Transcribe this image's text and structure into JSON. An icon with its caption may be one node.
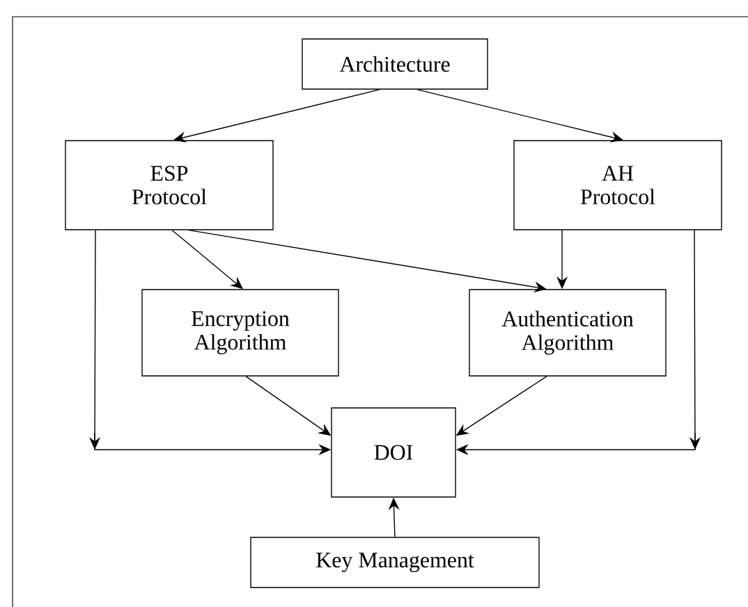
{
  "diagram": {
    "nodes": [
      {
        "text": [
          "Architecture"
        ]
      },
      {
        "text": [
          "ESP Protocol"
        ]
      },
      {
        "text": [
          "AH Protocol"
        ]
      },
      {
        "text": [
          "Encryption Algorithm"
        ]
      },
      {
        "text": [
          "Authentication Algorithm"
        ]
      },
      {
        "text": [
          "DOI"
        ]
      },
      {
        "text": [
          "Key Management"
        ]
      }
    ],
    "edges": [
      {
        "from": 0,
        "to": 1,
        "arrow": "to"
      },
      {
        "from": 0,
        "to": 2,
        "arrow": "to"
      },
      {
        "from": 1,
        "to": 3,
        "arrow": "to"
      },
      {
        "from": 1,
        "to": 4,
        "arrow": "to"
      },
      {
        "from": 2,
        "to": 4,
        "arrow": "to"
      },
      {
        "from": 3,
        "to": 5,
        "arrow": "to"
      },
      {
        "from": 4,
        "to": 5,
        "arrow": "to"
      },
      {
        "from": 1,
        "to": 5,
        "arrow": "to"
      },
      {
        "from": 2,
        "to": 5,
        "arrow": "to"
      },
      {
        "from": 6,
        "to": 5,
        "arrow": "to"
      }
    ]
  }
}
